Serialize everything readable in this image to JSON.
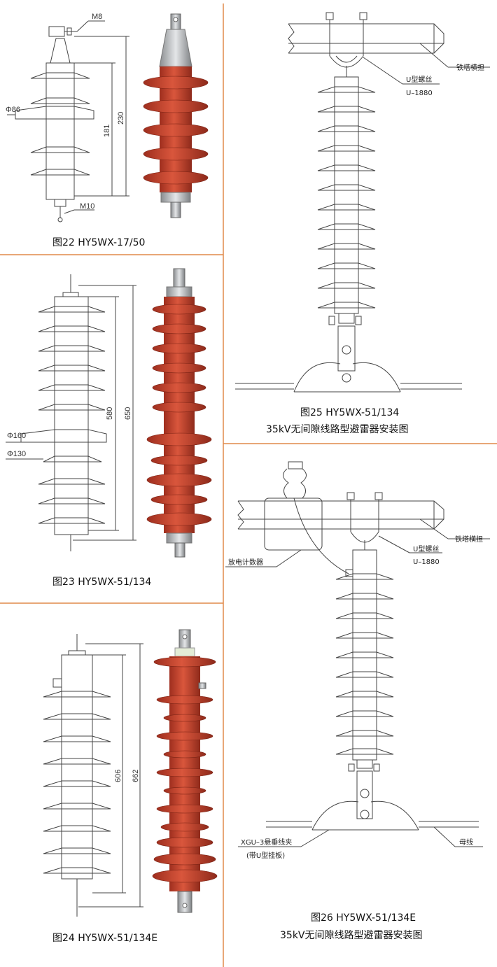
{
  "colors": {
    "divider": "#e08a4a",
    "porcelain": "#d24a33",
    "porcelain_dark": "#9e2e1e",
    "metal": "#b9bcc0",
    "line": "#444444"
  },
  "fig22": {
    "caption": "图22   HY5WX-17/50",
    "m8": "M8",
    "m10": "M10",
    "phi86": "Φ86",
    "d230": "230",
    "d181": "181"
  },
  "fig23": {
    "caption": "图23  HY5WX-51/134",
    "phi160": "Φ160",
    "phi130": "Φ130",
    "d580": "580",
    "d650": "650"
  },
  "fig24": {
    "caption": "图24  HY5WX-51/134E",
    "d606": "606",
    "d662": "662"
  },
  "fig25": {
    "caption1": "图25  HY5WX-51/134",
    "caption2": "35kV无间隙线路型避雷器安装图",
    "crossarm": "铁塔横担",
    "ubolt": "U型螺丝",
    "ubolt_code": "U–1880"
  },
  "fig26": {
    "caption1": "图26  HY5WX-51/134E",
    "caption2": "35kV无间隙线路型避雷器安装图",
    "crossarm": "铁塔横担",
    "ubolt": "U型螺丝",
    "ubolt_code": "U–1880",
    "counter": "放电计数器",
    "clamp": "XGU–3悬垂线夹",
    "clamp_note": "(带U型挂板)",
    "busbar": "母线"
  }
}
